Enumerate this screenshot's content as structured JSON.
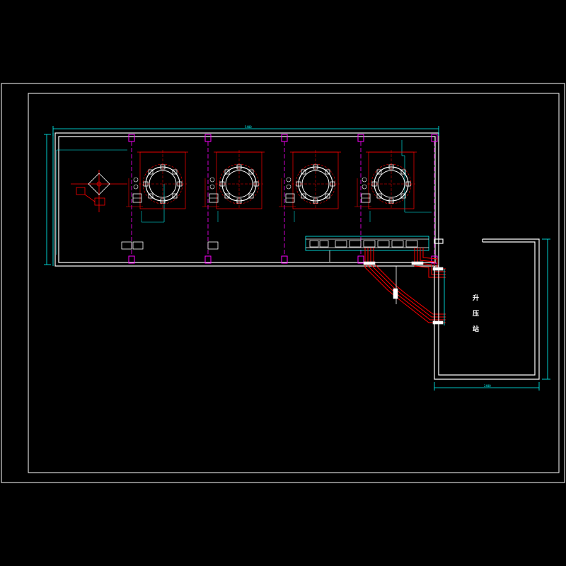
{
  "drawing": {
    "room_label_chars": [
      "升",
      "压",
      "站"
    ],
    "overall_dimension_label": "5400",
    "bottom_dimension_label": "2400",
    "colors": {
      "background": "#000000",
      "frame": "#ffffff",
      "dimension": "#00ffff",
      "equipment": "#ff0000",
      "grid_axis": "#ff00ff",
      "wall": "#ffffff"
    }
  },
  "legend_icons": [
    "tank-icon",
    "column-icon",
    "pipe-icon",
    "cable-tray-icon"
  ]
}
